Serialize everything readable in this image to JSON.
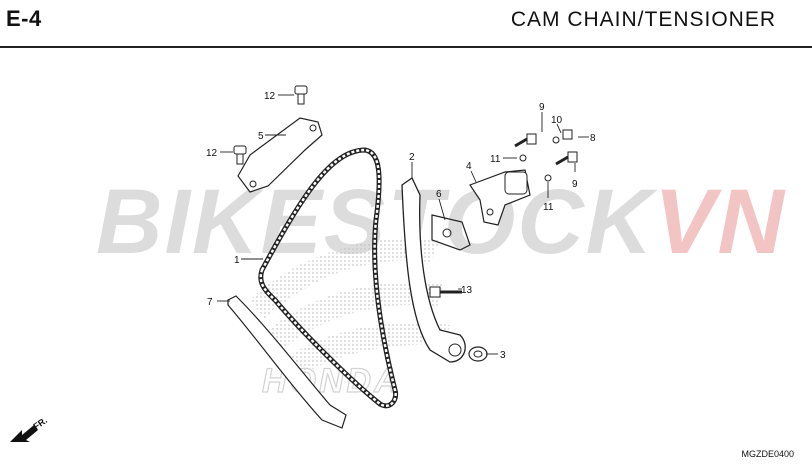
{
  "header": {
    "page_code": "E-4",
    "title": "CAM  CHAIN/TENSIONER"
  },
  "watermark": {
    "part_a": "BIKESTOCK",
    "part_b": "VN",
    "color_a": "#dcdcdc",
    "color_b": "#f3c4c4"
  },
  "background_logo": {
    "brand": "HONDA"
  },
  "direction_marker": {
    "label": "FR.",
    "icon": "arrow-left-down-icon"
  },
  "diagram_code": "MGZDE0400",
  "callouts": [
    {
      "id": "c1",
      "label": "1"
    },
    {
      "id": "c2",
      "label": "2"
    },
    {
      "id": "c3",
      "label": "3"
    },
    {
      "id": "c4",
      "label": "4"
    },
    {
      "id": "c5",
      "label": "5"
    },
    {
      "id": "c6",
      "label": "6"
    },
    {
      "id": "c7",
      "label": "7"
    },
    {
      "id": "c8",
      "label": "8"
    },
    {
      "id": "c9a",
      "label": "9"
    },
    {
      "id": "c9b",
      "label": "9"
    },
    {
      "id": "c10",
      "label": "10"
    },
    {
      "id": "c11a",
      "label": "11"
    },
    {
      "id": "c11b",
      "label": "11"
    },
    {
      "id": "c12a",
      "label": "12"
    },
    {
      "id": "c12b",
      "label": "12"
    },
    {
      "id": "c13",
      "label": "13"
    }
  ]
}
